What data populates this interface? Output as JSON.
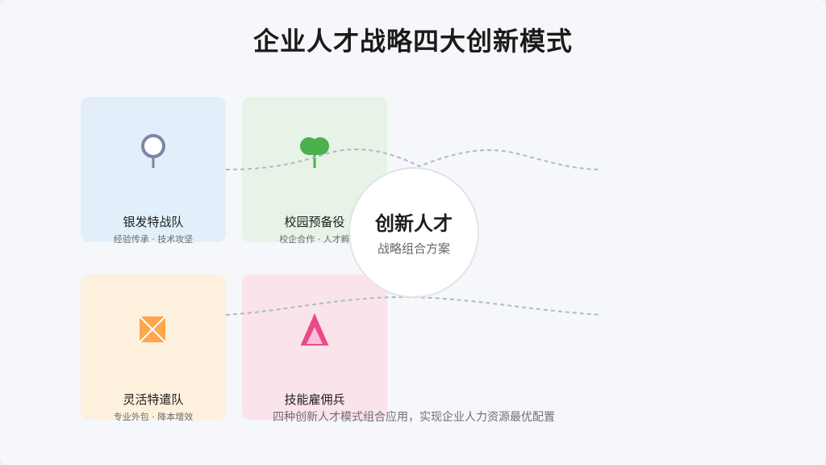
{
  "title": "企业人才战略四大创新模式",
  "center": {
    "main": "创新人才",
    "sub": "战略组合方案"
  },
  "cards": [
    {
      "name": "银发特战队",
      "desc": "经验传承 · 技术攻坚",
      "icon": "pin-icon",
      "color": "#7d86a8"
    },
    {
      "name": "校园预备役",
      "desc": "校企合作 · 人才孵",
      "icon": "tree-icon",
      "color": "#4caf50"
    },
    {
      "name": "灵活特遣队",
      "desc": "专业外包 · 降本增效",
      "icon": "crossed-box-icon",
      "color": "#ffa64d"
    },
    {
      "name": "技能雇佣兵",
      "desc": "",
      "icon": "triangle-icon",
      "color": "#e84a8a"
    }
  ],
  "footer": "四种创新人才模式组合应用，实现企业人力资源最优配置",
  "colors": {
    "wave": "#a9bcc8",
    "background": "#f6f7fb"
  }
}
